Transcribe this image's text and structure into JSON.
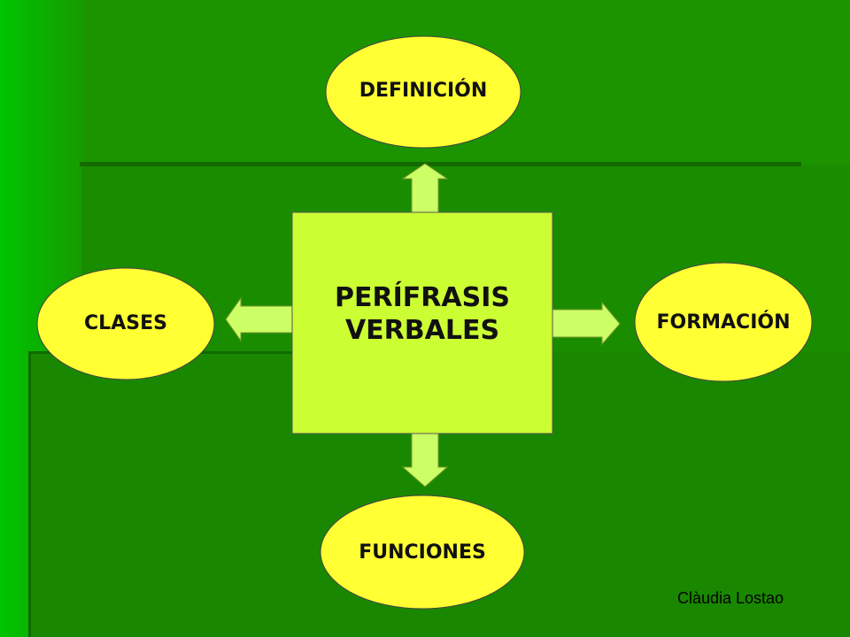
{
  "diagram": {
    "center": {
      "line1": "PERÍFRASIS",
      "line2": "VERBALES"
    },
    "nodes": {
      "top": "DEFINICIÓN",
      "left": "CLASES",
      "right": "FORMACIÓN",
      "bottom": "FUNCIONES"
    }
  },
  "footer": {
    "author": "Clàudia Lostao"
  },
  "colors": {
    "background_light": "#00c400",
    "background_dark": "#1a8f00",
    "center_box": "#ccff33",
    "ellipse_fill": "#ffff33",
    "arrow_fill": "#ccff66"
  }
}
